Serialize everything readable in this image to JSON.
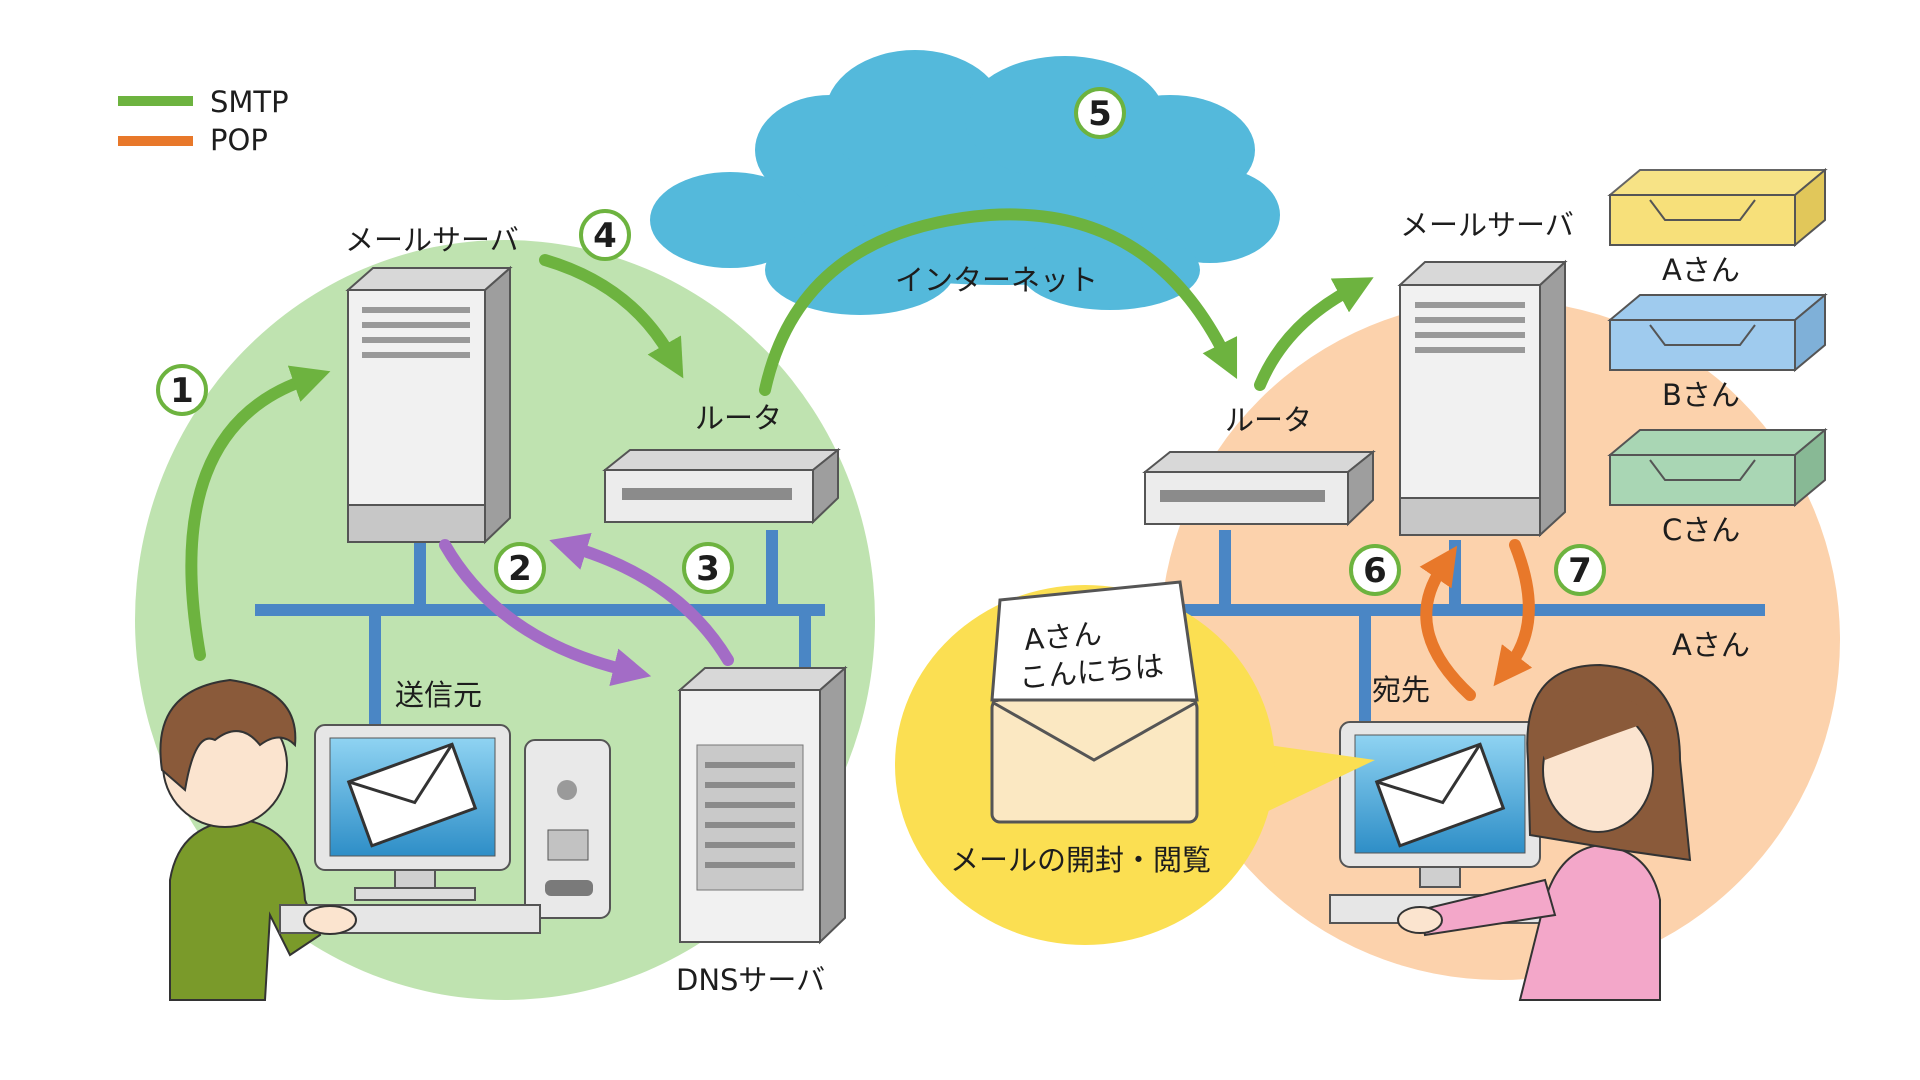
{
  "legend": {
    "items": [
      {
        "label": "SMTP",
        "color": "#6db33f"
      },
      {
        "label": "POP",
        "color": "#e8782a"
      }
    ]
  },
  "cloud": {
    "label": "インターネット"
  },
  "sender_side": {
    "mail_server_label": "メールサーバ",
    "router_label": "ルータ",
    "dns_server_label": "DNSサーバ",
    "pc_label": "送信元"
  },
  "receiver_side": {
    "mail_server_label": "メールサーバ",
    "router_label": "ルータ",
    "pc_label": "宛先",
    "network_label": "Aさん",
    "mailboxes": [
      {
        "label": "Aさん",
        "color": "#f7e07a"
      },
      {
        "label": "Bさん",
        "color": "#9fcbee"
      },
      {
        "label": "Cさん",
        "color": "#a9d6b4"
      }
    ]
  },
  "bubble": {
    "caption": "メールの開封・閲覧",
    "letter_lines": [
      "Aさん",
      "こんにちは"
    ]
  },
  "steps": [
    "1",
    "2",
    "3",
    "4",
    "5",
    "6",
    "7"
  ],
  "colors": {
    "smtp": "#6db33f",
    "pop": "#e8782a",
    "dns": "#a36cc6",
    "network": "#4a86c5",
    "sender_area": "#bfe3b0",
    "receiver_area": "#fcd2ac",
    "cloud": "#54b9db",
    "bubble": "#fbdf52"
  }
}
